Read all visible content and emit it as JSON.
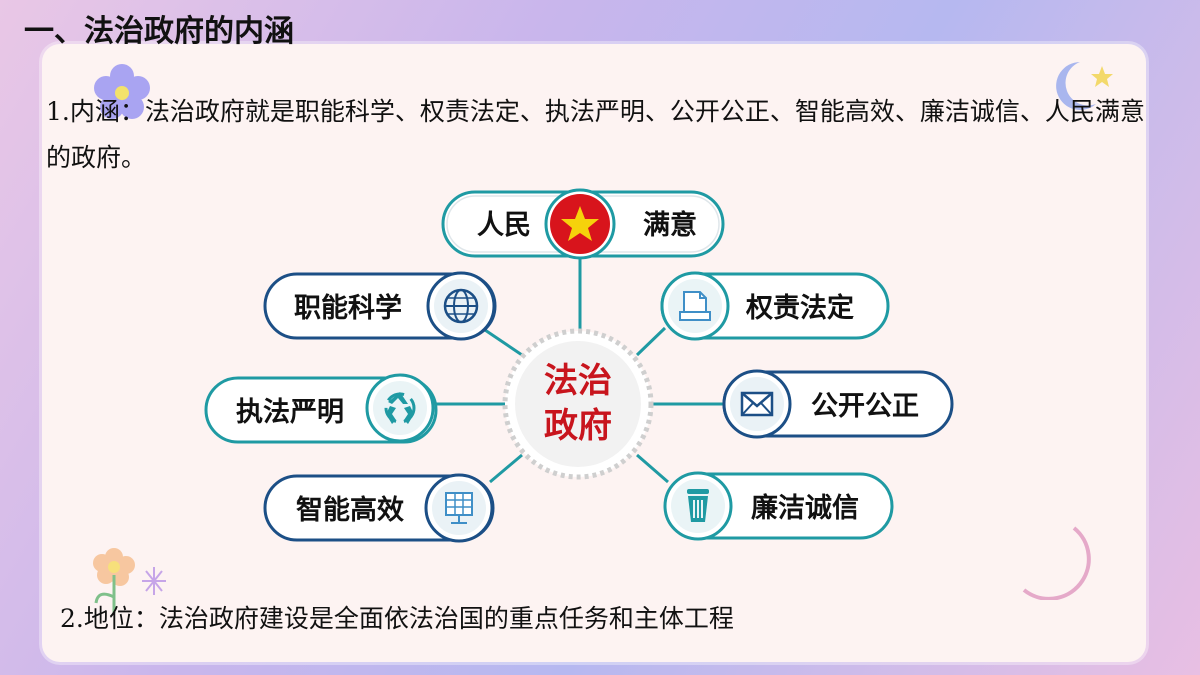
{
  "title": "一、法治政府的内涵",
  "paragraph1": "1.内涵：法治政府就是职能科学、权责法定、执法严明、公开公正、智能高效、廉洁诚信、人民满意的政府。",
  "paragraph2": "2.地位：法治政府建设是全面依法治国的重点任务和主体工程",
  "diagram": {
    "center_line1": "法治",
    "center_line2": "政府",
    "top_left": "人民",
    "top_right": "满意",
    "items": {
      "zhineng_kexue": "职能科学",
      "quanze_fading": "权责法定",
      "zhifa_yanming": "执法严明",
      "gongkai_gongzheng": "公开公正",
      "zhineng_gaoxiao": "智能高效",
      "lianjie_chengxin": "廉洁诚信"
    },
    "icons": [
      "star-icon",
      "globe-icon",
      "document-icon",
      "recycle-icon",
      "mail-icon",
      "solar-panel-icon",
      "trash-can-icon"
    ],
    "colors": {
      "teal": "#1f9aa3",
      "navy": "#1c4f86",
      "red": "#d8141c",
      "star": "#f6d20b"
    }
  }
}
